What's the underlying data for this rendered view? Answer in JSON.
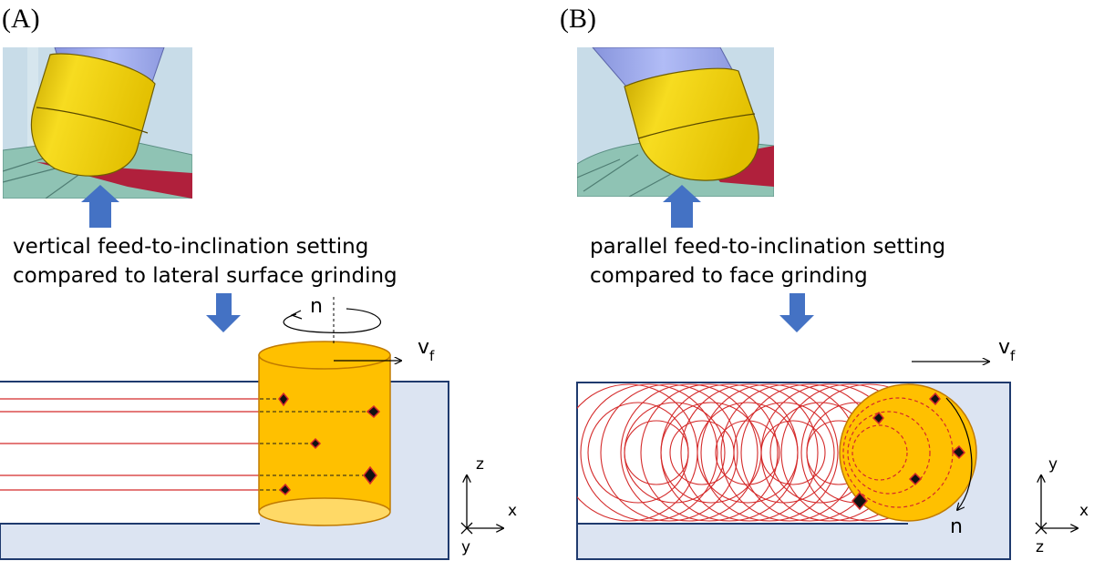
{
  "panels": {
    "a": {
      "label": "(A)",
      "caption_line1": "vertical feed-to-inclination setting",
      "caption_line2": "compared to lateral surface grinding",
      "rotation_symbol": "n",
      "feed_symbol": "v",
      "feed_subscript": "f",
      "axes": {
        "up": "z",
        "right": "x",
        "into": "y"
      }
    },
    "b": {
      "label": "(B)",
      "caption_line1": "parallel feed-to-inclination setting",
      "caption_line2": "compared to face grinding",
      "rotation_symbol": "n",
      "feed_symbol": "v",
      "feed_subscript": "f",
      "axes": {
        "up": "y",
        "right": "x",
        "into": "z"
      }
    }
  },
  "colors": {
    "workpiece_fill": "#dce4f2",
    "workpiece_stroke": "#1f3a6e",
    "tool_fill": "#ffc000",
    "tool_stroke": "#c07a00",
    "trace_red": "#d42a2a",
    "arrow_blue": "#4472c4",
    "render_bg": "#c5dce8",
    "render_yellow": "#f4d10a",
    "render_shank": "#a8b4f0",
    "render_green": "#8fc3b4",
    "render_red": "#b0203c"
  }
}
